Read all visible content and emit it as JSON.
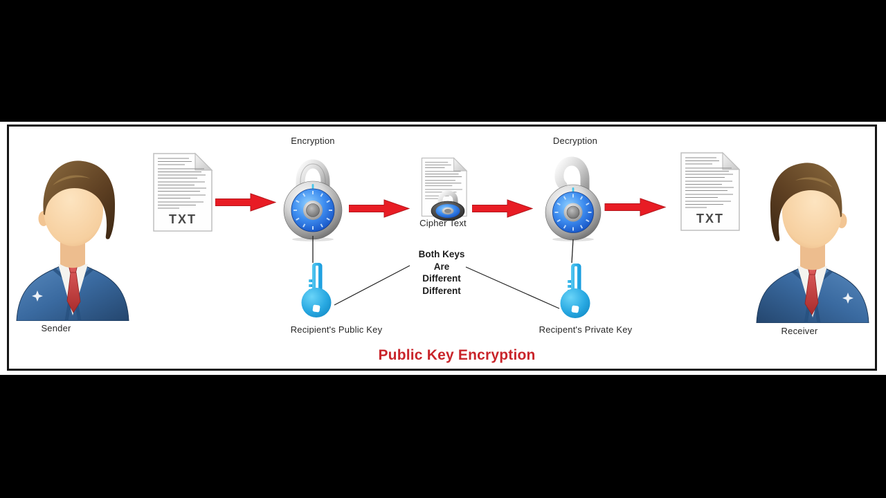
{
  "diagram": {
    "title": "Public Key Encryption",
    "nodes": {
      "sender": {
        "label": "Sender"
      },
      "receiver": {
        "label": "Receiver"
      },
      "plaintext_left": {
        "label": "TXT"
      },
      "plaintext_right": {
        "label": "TXT"
      },
      "encryption_lock": {
        "label": "Encryption",
        "state": "closed"
      },
      "decryption_lock": {
        "label": "Decryption",
        "state": "open"
      },
      "cipher_document": {
        "label": "Cipher Text"
      },
      "public_key": {
        "label": "Recipient's Public Key"
      },
      "private_key": {
        "label": "Recipent's Private Key"
      }
    },
    "note": {
      "lines": [
        "Both Keys",
        "Are",
        "Different",
        "Different"
      ]
    },
    "colors": {
      "arrow_red": "#e81c24",
      "title_red": "#c9252b",
      "key_blue": "#29a9e2",
      "dial_blue": "#2b6fd6",
      "suit_blue": "#3d6fa8",
      "background": "#000000",
      "panel": "#ffffff"
    }
  }
}
